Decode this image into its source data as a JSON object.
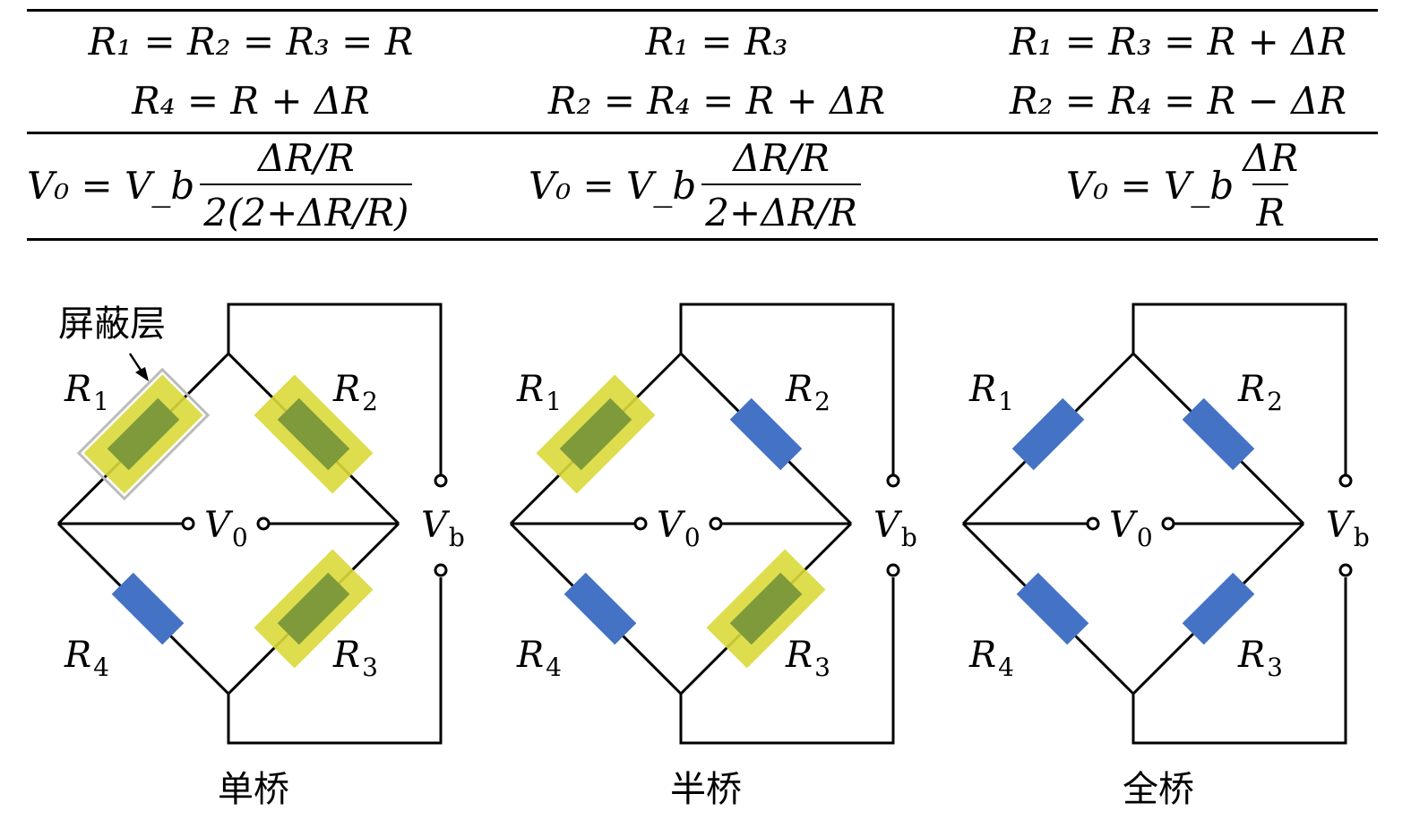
{
  "table": {
    "row1": [
      {
        "line1": "R₁ = R₂ = R₃ = R",
        "line2": "R₄ = R + ΔR"
      },
      {
        "line1": "R₁ = R₃",
        "line2": "R₂ = R₄ = R + ΔR"
      },
      {
        "line1": "R₁ = R₃ = R + ΔR",
        "line2": "R₂ = R₄ = R − ΔR"
      }
    ],
    "row2": [
      {
        "lhs": "V₀ = V_b",
        "num": "ΔR/R",
        "den": "2(2+ΔR/R)"
      },
      {
        "lhs": "V₀ = V_b",
        "num": "ΔR/R",
        "den": "2+ΔR/R"
      },
      {
        "lhs": "V₀ = V_b",
        "num": "ΔR",
        "den": "R"
      }
    ]
  },
  "diagrams": [
    {
      "caption": "单桥",
      "shield_label": "屏蔽层",
      "active": [
        "R1",
        "R2",
        "R3"
      ]
    },
    {
      "caption": "半桥",
      "active": [
        "R1",
        "R3"
      ]
    },
    {
      "caption": "全桥",
      "active": []
    }
  ],
  "labels": {
    "R": "R",
    "V": "V",
    "sub1": "1",
    "sub2": "2",
    "sub3": "3",
    "sub4": "4",
    "sub0": "0",
    "subb": "b"
  },
  "colors": {
    "resistor": "#4472C4",
    "active_resistor": "#7F9A3A",
    "highlight": "#D9D93A",
    "shield_border": "#BBBBBB"
  }
}
